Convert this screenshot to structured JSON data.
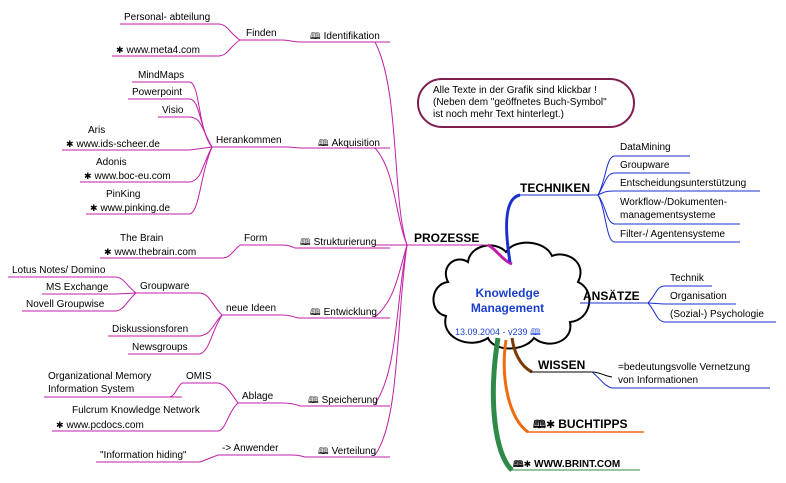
{
  "colors": {
    "left_branch": "#c21fa6",
    "blue_branch": "#1a2fd0",
    "green_branch": "#2f8a4a",
    "orange_branch": "#f06a10",
    "bubble_border": "#7f1f4f",
    "center_text": "#1a3fd0"
  },
  "center": {
    "title_line1": "Knowledge",
    "title_line2": "Management",
    "date": "13.09.2004 - v239",
    "book_icon": "book-icon"
  },
  "note": {
    "line1": "Alle Texte in der Grafik sind klickbar !",
    "line2": "(Neben dem \"geöffnetes Buch-Symbol\"",
    "line3": "ist noch mehr Text hinterlegt.)"
  },
  "left": {
    "main": "PROZESSE",
    "identifikation": {
      "label": "Identifikation",
      "finden": "Finden",
      "personal": "Personal- abteilung",
      "meta4": "www.meta4.com"
    },
    "akquisition": {
      "label": "Akquisition",
      "herankommen": "Herankommen",
      "mindmaps": "MindMaps",
      "powerpoint": "Powerpoint",
      "visio": "Visio",
      "aris": "Aris",
      "aris_url": "www.ids-scheer.de",
      "adonis": "Adonis",
      "adonis_url": "www.boc-eu.com",
      "pinking": "PinKing",
      "pinking_url": "www.pinking.de"
    },
    "strukturierung": {
      "label": "Strukturierung",
      "form": "Form",
      "brain": "The Brain",
      "brain_url": "www.thebrain.com"
    },
    "entwicklung": {
      "label": "Entwicklung",
      "neue_ideen": "neue Ideen",
      "groupware": "Groupware",
      "lotus": "Lotus Notes/ Domino",
      "ms_exchange": "MS Exchange",
      "novell": "Novell Groupwise",
      "diskussion": "Diskussionsforen",
      "newsgroups": "Newsgroups"
    },
    "speicherung": {
      "label": "Speicherung",
      "ablage": "Ablage",
      "omis": "OMIS",
      "oms1": "Organizational Memory",
      "oms2": "Information System",
      "fulcrum": "Fulcrum Knowledge Network",
      "pcdocs": "www.pcdocs.com"
    },
    "verteilung": {
      "label": "Verteilung",
      "anwender": "-> Anwender",
      "hiding": "\"Information hiding\""
    }
  },
  "right": {
    "techniken": {
      "label": "TECHNIKEN",
      "items": [
        "DataMining",
        "Groupware",
        "Entscheidungsunterstützung",
        "Workflow-/Dokumenten-",
        "managementsysteme",
        "Filter-/ Agentensysteme"
      ]
    },
    "ansaetze": {
      "label": "ANSÄTZE",
      "items": [
        "Technik",
        "Organisation",
        "(Sozial-) Psychologie"
      ]
    },
    "wissen": {
      "label": "WISSEN",
      "line1": "=bedeutungsvolle Vernetzung",
      "line2": "von Informationen"
    },
    "buchtipps": {
      "label": "BUCHTIPPS"
    },
    "brint": {
      "label": "WWW.BRINT.COM"
    }
  }
}
